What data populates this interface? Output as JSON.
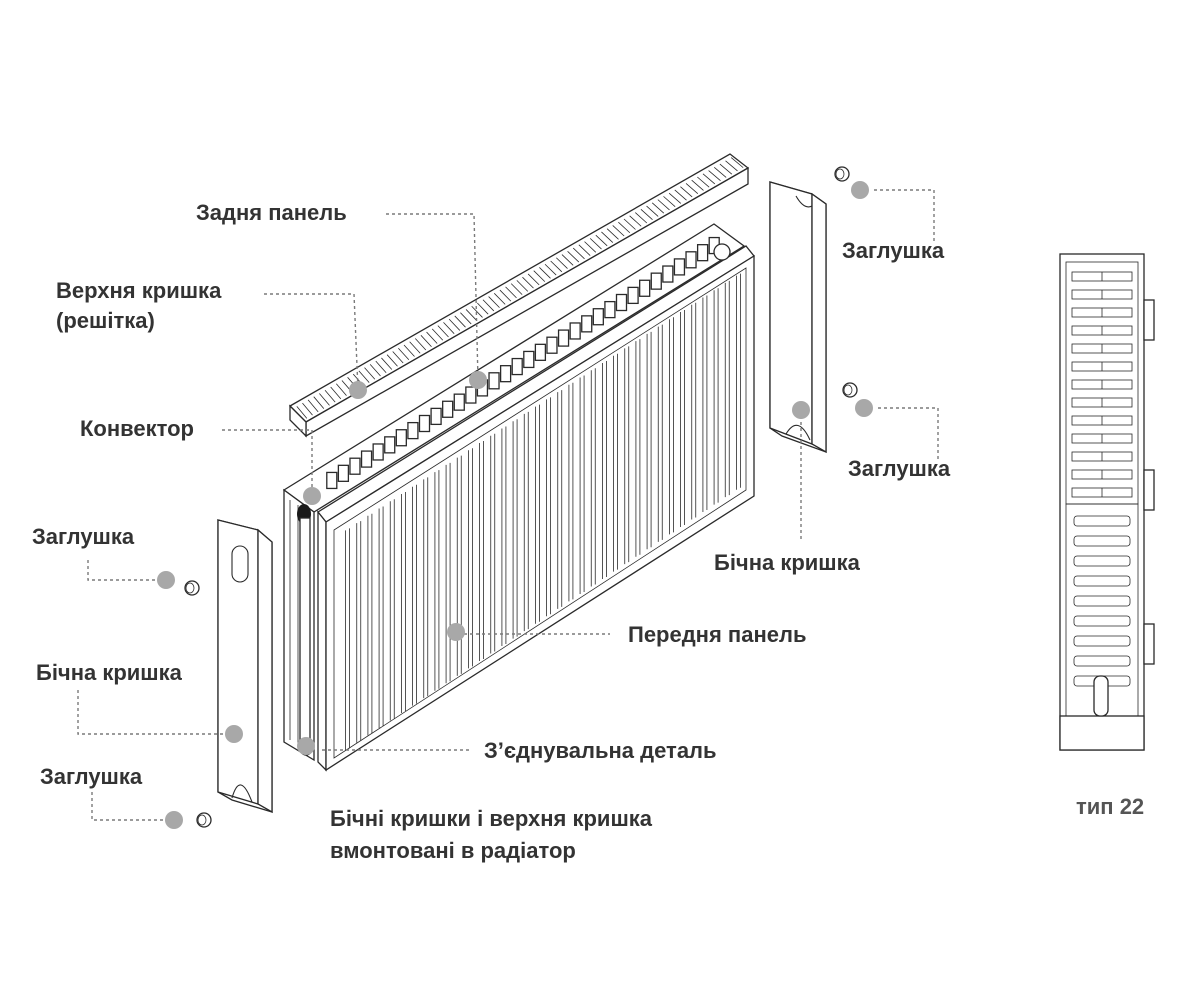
{
  "labels": {
    "back_panel": "Задня панель",
    "top_cover_line1": "Верхня кришка",
    "top_cover_line2": "(решітка)",
    "convector": "Конвектор",
    "plug_right_top": "Заглушка",
    "plug_right_bottom": "Заглушка",
    "plug_left_top": "Заглушка",
    "plug_left_bottom": "Заглушка",
    "side_cover_right": "Бічна кришка",
    "side_cover_left": "Бічна кришка",
    "front_panel": "Передня панель",
    "connector": "З’єднувальна деталь",
    "note_line1": "Бічні кришки і верхня кришка",
    "note_line2": "вмонтовані в радіатор",
    "type_label": "тип 22"
  },
  "colors": {
    "text": "#333333",
    "leader": "#7a7a7a",
    "marker": "#a8a8a8",
    "outline": "#2a2a2a"
  }
}
